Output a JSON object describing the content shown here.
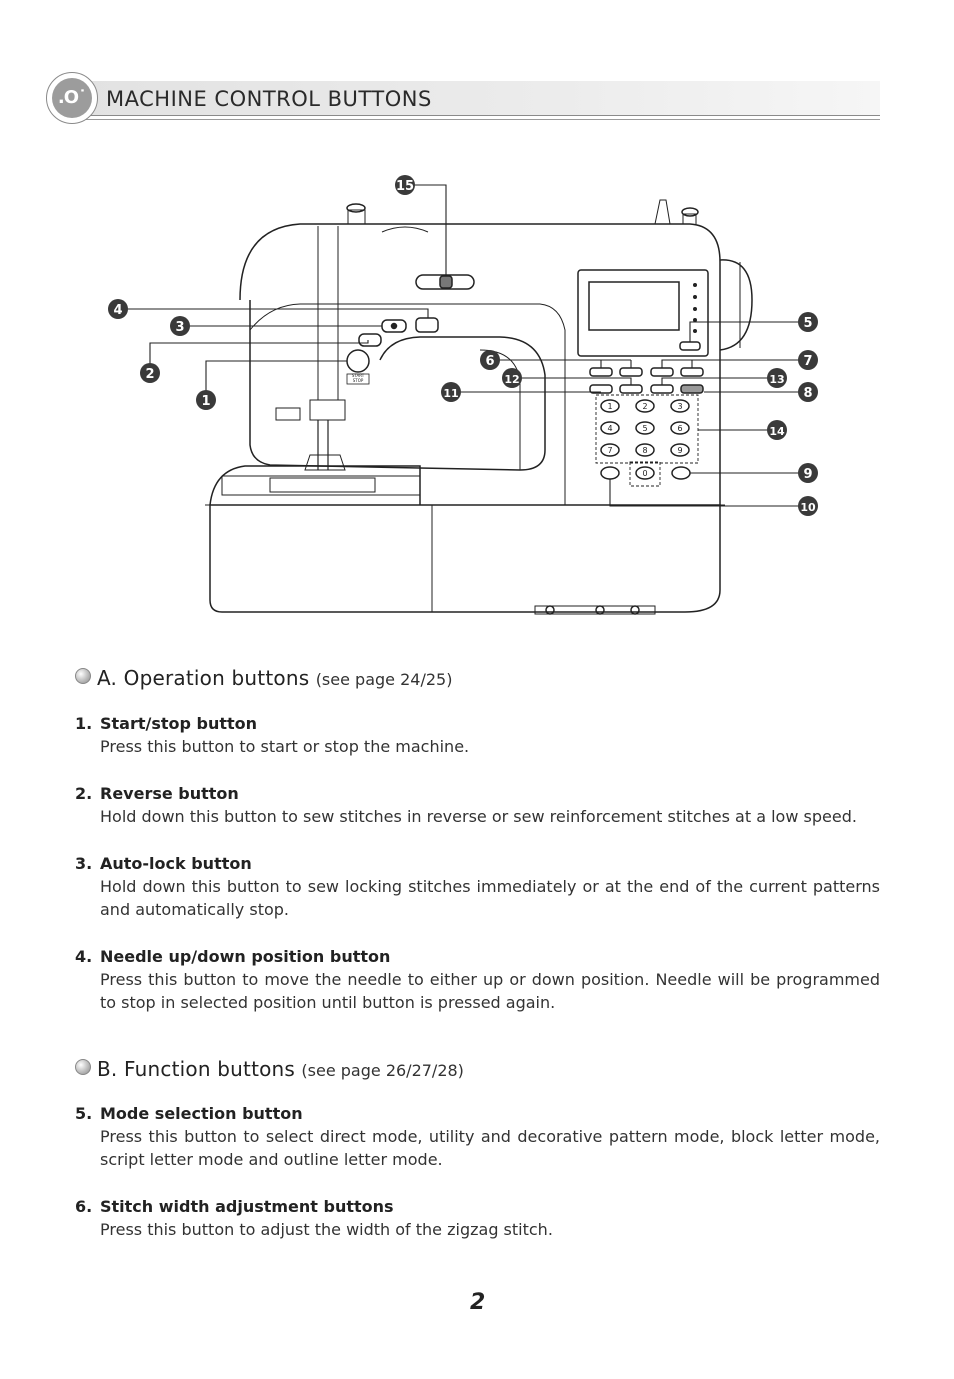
{
  "header": {
    "badge_glyph": ".O˙",
    "title": "MACHINE  CONTROL  BUTTONS"
  },
  "illustration": {
    "start_stop_label_top": "START",
    "start_stop_label_bottom": "STOP",
    "keypad_digits": [
      "1",
      "2",
      "3",
      "4",
      "5",
      "6",
      "7",
      "8",
      "9",
      "0"
    ],
    "callouts": [
      "1",
      "2",
      "3",
      "4",
      "5",
      "6",
      "7",
      "8",
      "9",
      "10",
      "11",
      "12",
      "13",
      "14",
      "15"
    ]
  },
  "section_a": {
    "title": "A. Operation buttons",
    "ref": "(see page 24/25)",
    "items": [
      {
        "num": "1.",
        "name": "Start/stop button",
        "desc": "Press this button to start or stop the machine."
      },
      {
        "num": "2.",
        "name": "Reverse button",
        "desc": "Hold down this button to sew stitches in reverse or sew reinforcement stitches at a low speed."
      },
      {
        "num": "3.",
        "name": "Auto-lock button",
        "desc": "Hold down this button to sew locking stitches immediately or at the end of the current patterns and automatically stop."
      },
      {
        "num": "4.",
        "name": "Needle up/down position button",
        "desc": "Press this button to move the needle to either up or down position. Needle will be programmed to stop in selected position until button is pressed again."
      }
    ]
  },
  "section_b": {
    "title": "B. Function buttons",
    "ref": "(see page 26/27/28)",
    "items": [
      {
        "num": "5.",
        "name": "Mode selection button",
        "desc": "Press this button to select direct mode, utility and decorative pattern mode, block letter mode, script letter mode and outline letter mode."
      },
      {
        "num": "6.",
        "name": "Stitch width adjustment buttons",
        "desc": "Press this button to adjust the width of the zigzag stitch."
      }
    ]
  },
  "page_number": "2"
}
